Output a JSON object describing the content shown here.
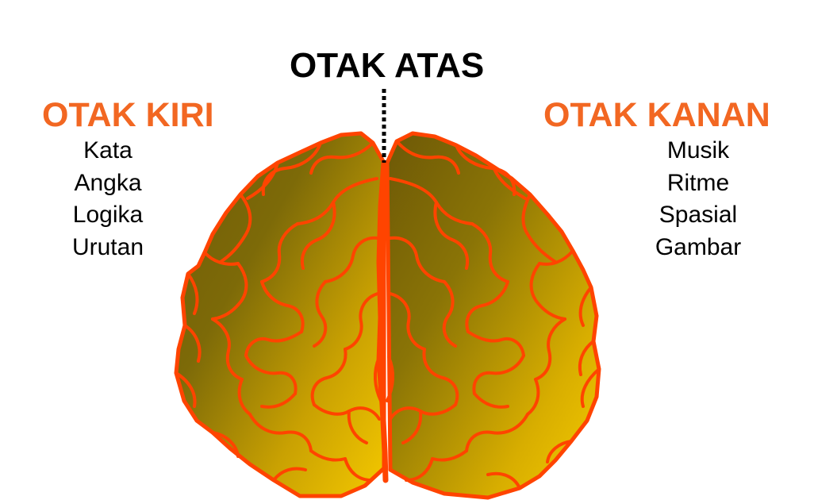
{
  "top": {
    "title": "OTAK ATAS"
  },
  "left": {
    "heading": "OTAK KIRI",
    "items": [
      "Kata",
      "Angka",
      "Logika",
      "Urutan"
    ]
  },
  "right": {
    "heading": "OTAK KANAN",
    "items": [
      "Musik",
      "Ritme",
      "Spasial",
      "Gambar"
    ]
  },
  "colors": {
    "heading": "#f26722",
    "outline": "#ff4400",
    "brain_dark": "#6f5a07",
    "brain_light": "#f4c800"
  },
  "icons": {
    "brain": "brain-illustration"
  }
}
